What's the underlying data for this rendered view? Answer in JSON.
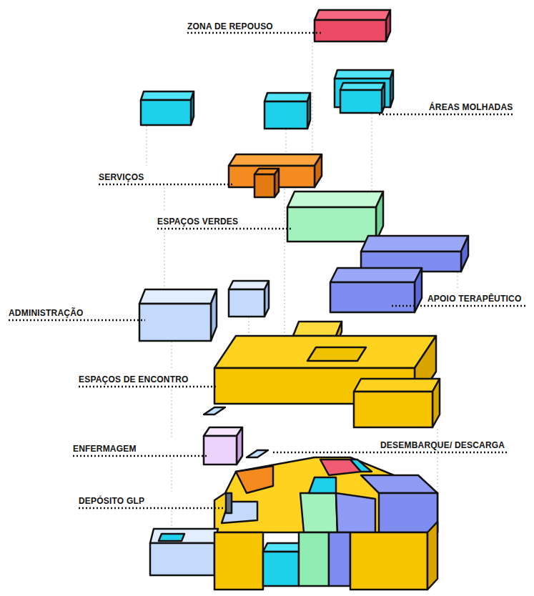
{
  "diagram": {
    "labels": [
      "ZONA DE REPOUSO",
      "ÁREAS MOLHADAS",
      "SERVIÇOS",
      "ESPAÇOS VERDES",
      "ADMINISTRAÇÃO",
      "APOIO TERAPÊUTICO",
      "ESPAÇOS DE ENCONTRO",
      "ENFERMAGEM",
      "DESEMBARQUE/ DESCARGA",
      "DEPÓSITO GLP"
    ]
  }
}
